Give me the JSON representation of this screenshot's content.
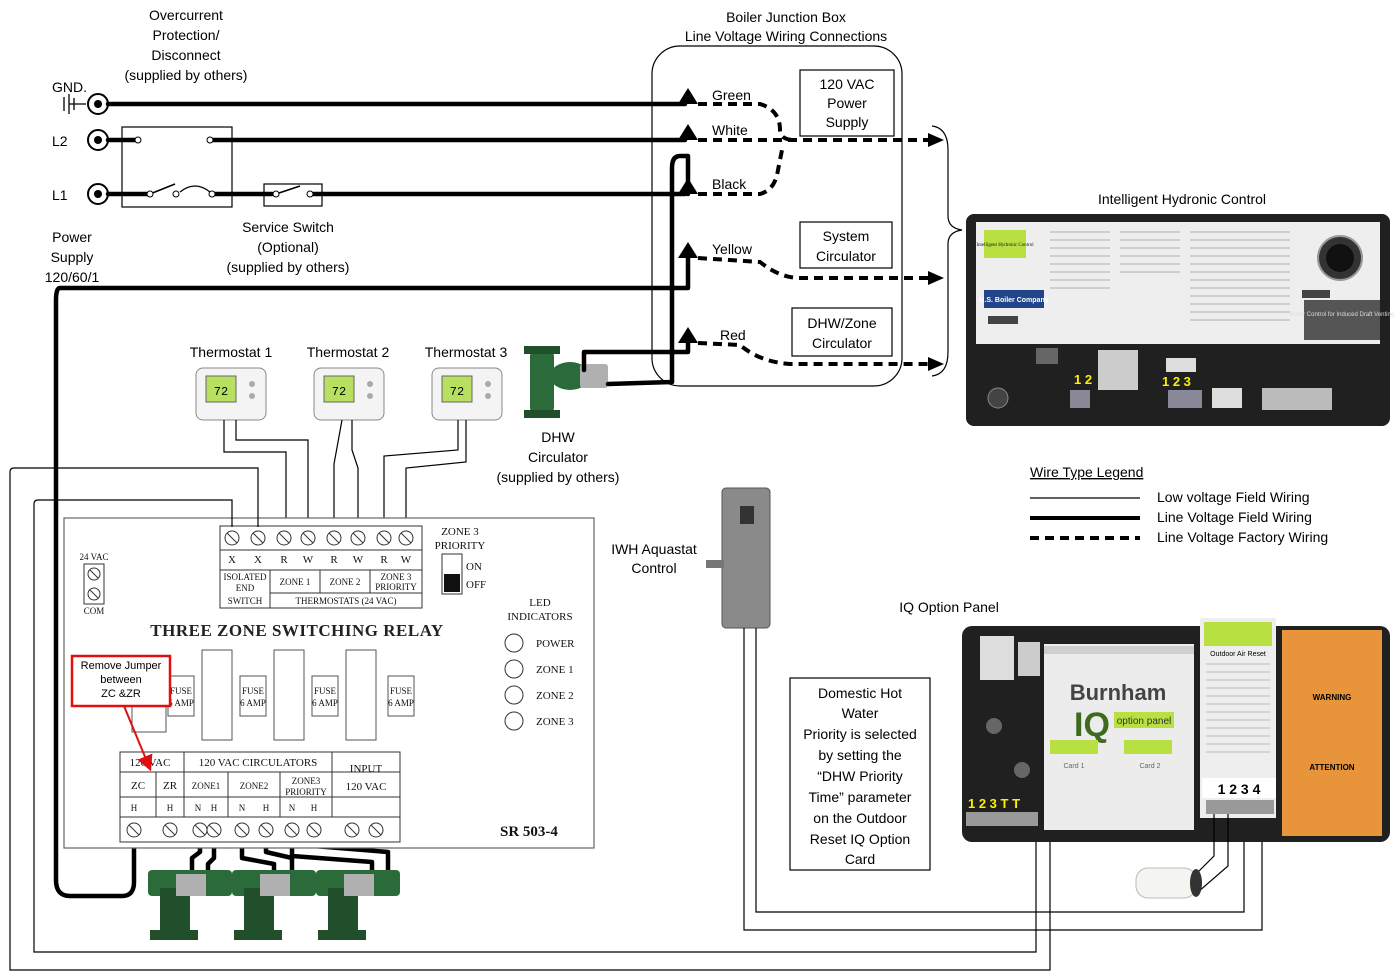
{
  "power": {
    "overcurrent": [
      "Overcurrent",
      "Protection/",
      "Disconnect",
      "(supplied by others)"
    ],
    "gnd": "GND.",
    "l2": "L2",
    "l1": "L1",
    "supply": [
      "Power",
      "Supply",
      "120/60/1"
    ],
    "service_switch": [
      "Service Switch",
      "(Optional)",
      "(supplied by others)"
    ]
  },
  "junction_box": {
    "title": [
      "Boiler Junction Box",
      "Line Voltage Wiring Connections"
    ],
    "wires": [
      "Green",
      "White",
      "Black",
      "Yellow",
      "Red"
    ],
    "power_supply": [
      "120 VAC",
      "Power",
      "Supply"
    ],
    "system_circulator": [
      "System",
      "Circulator"
    ],
    "dhw_zone": [
      "DHW/Zone",
      "Circulator"
    ]
  },
  "control": {
    "title": "Intelligent Hydronic Control",
    "label_a": "1 2",
    "label_b": "1 2 3",
    "brand": "U.S. Boiler Company",
    "left_tag": "Intelligent Hydronic Control",
    "right_tag": "Boiler Control for Induced Draft Venting"
  },
  "thermostats": [
    "Thermostat 1",
    "Thermostat 2",
    "Thermostat 3"
  ],
  "dhw_circulator": [
    "DHW",
    "Circulator",
    "(supplied by others)"
  ],
  "legend": {
    "title": "Wire Type Legend",
    "items": [
      "Low voltage Field Wiring",
      "Line Voltage Field Wiring",
      "Line Voltage Factory Wiring"
    ]
  },
  "aquastat": [
    "IWH Aquastat",
    "Control"
  ],
  "relay": {
    "title": "THREE ZONE SWITCHING RELAY",
    "model": "SR 503-4",
    "vac24": "24 VAC",
    "com": "COM",
    "top_terms": [
      "X",
      "X",
      "R",
      "W",
      "R",
      "W",
      "R",
      "W"
    ],
    "top_groups": [
      "ISOLATED",
      "END",
      "SWITCH",
      "ZONE 1",
      "ZONE 2",
      "ZONE 3",
      "PRIORITY"
    ],
    "thermostats_label": "THERMOSTATS (24 VAC)",
    "zone3_priority": [
      "ZONE 3",
      "PRIORITY"
    ],
    "on": "ON",
    "off": "OFF",
    "led_title": [
      "LED",
      "INDICATORS"
    ],
    "leds": [
      "POWER",
      "ZONE 1",
      "ZONE 2",
      "ZONE 3"
    ],
    "fuse": [
      "FUSE",
      "6 AMP"
    ],
    "vac120": "120 VAC",
    "circulators": "120 VAC CIRCULATORS",
    "input": [
      "INPUT",
      "120 VAC"
    ],
    "bottom_terms": [
      "ZC",
      "ZR",
      "ZONE1",
      "ZONE2",
      "ZONE3",
      "PRIORITY"
    ],
    "hn": [
      "H",
      "H",
      "N",
      "H",
      "N",
      "H",
      "N",
      "H"
    ]
  },
  "jumper_note": [
    "Remove Jumper",
    "between",
    "ZC &ZR"
  ],
  "iq_panel": {
    "title": "IQ Option Panel",
    "brand": "Burnham",
    "iq": "IQ",
    "option": "option panel",
    "card1": "Card 1",
    "card2": "Card 2",
    "left_terms": "1 2 3 T T",
    "right_terms": "1 2 3 4",
    "reset_label": "Outdoor Air Reset",
    "warning": "WARNING",
    "attention": "ATTENTION"
  },
  "dhw_note": [
    "Domestic Hot",
    "Water",
    "Priority is selected",
    "by setting the",
    "“DHW Priority",
    "Time” parameter",
    "on the Outdoor",
    "Reset IQ Option",
    "Card"
  ]
}
